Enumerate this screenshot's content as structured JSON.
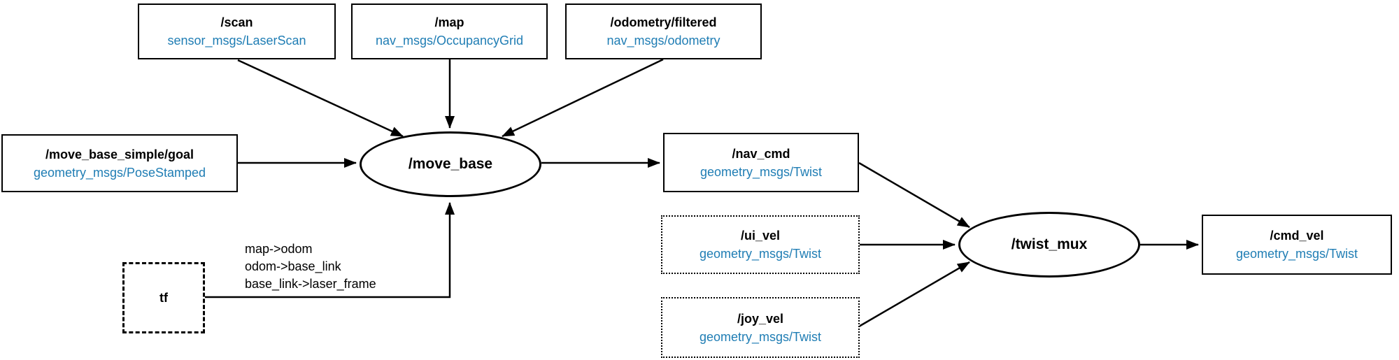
{
  "diagram": {
    "accent_color": "#1f7db4",
    "line_color": "#000000",
    "nodes": {
      "scan": {
        "title": "/scan",
        "type": "sensor_msgs/LaserScan"
      },
      "map": {
        "title": "/map",
        "type": "nav_msgs/OccupancyGrid"
      },
      "odometry_filtered": {
        "title": "/odometry/filtered",
        "type": "nav_msgs/odometry"
      },
      "move_base_simple_goal": {
        "title": "/move_base_simple/goal",
        "type": "geometry_msgs/PoseStamped"
      },
      "move_base": {
        "title": "/move_base"
      },
      "nav_cmd": {
        "title": "/nav_cmd",
        "type": "geometry_msgs/Twist"
      },
      "ui_vel": {
        "title": "/ui_vel",
        "type": "geometry_msgs/Twist"
      },
      "joy_vel": {
        "title": "/joy_vel",
        "type": "geometry_msgs/Twist"
      },
      "twist_mux": {
        "title": "/twist_mux"
      },
      "cmd_vel": {
        "title": "/cmd_vel",
        "type": "geometry_msgs/Twist"
      },
      "tf": {
        "title": "tf"
      }
    },
    "tf_transforms": {
      "lines": [
        "map->odom",
        "odom->base_link",
        "base_link->laser_frame"
      ]
    }
  }
}
